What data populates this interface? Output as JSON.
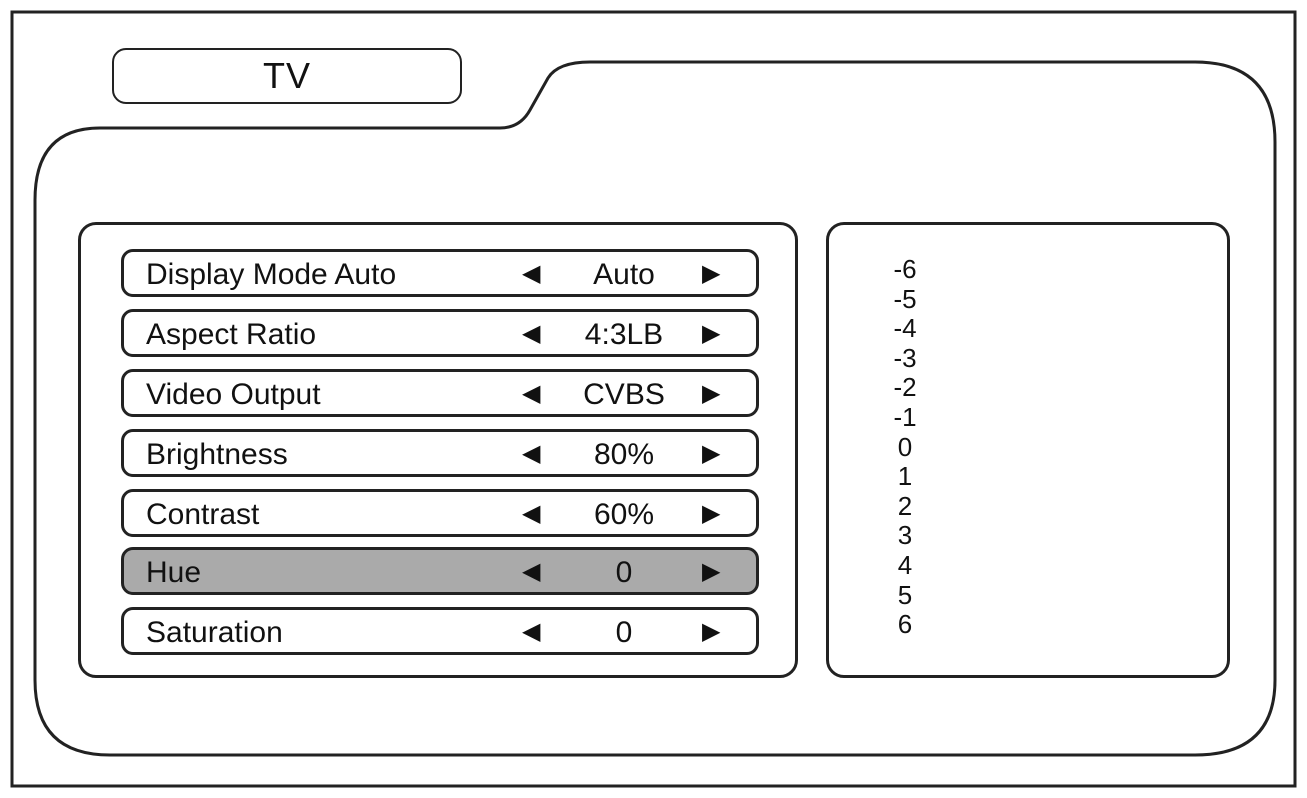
{
  "tab": {
    "title": "TV"
  },
  "settings": [
    {
      "label": "Display Mode Auto",
      "value": "Auto"
    },
    {
      "label": "Aspect Ratio",
      "value": "4:3LB"
    },
    {
      "label": "Video Output",
      "value": "CVBS"
    },
    {
      "label": "Brightness",
      "value": "80%"
    },
    {
      "label": "Contrast",
      "value": "60%"
    },
    {
      "label": "Hue",
      "value": "0"
    },
    {
      "label": "Saturation",
      "value": "0"
    }
  ],
  "selected_setting": "Hue",
  "arrows": {
    "left": "◀",
    "right": "▶"
  },
  "value_scale": [
    "-6",
    "-5",
    "-4",
    "-3",
    "-2",
    "-1",
    "0",
    "1",
    "2",
    "3",
    "4",
    "5",
    "6"
  ],
  "colors": {
    "selected_row": "#aaaaaa",
    "outline": "#222222",
    "background": "#ffffff"
  }
}
